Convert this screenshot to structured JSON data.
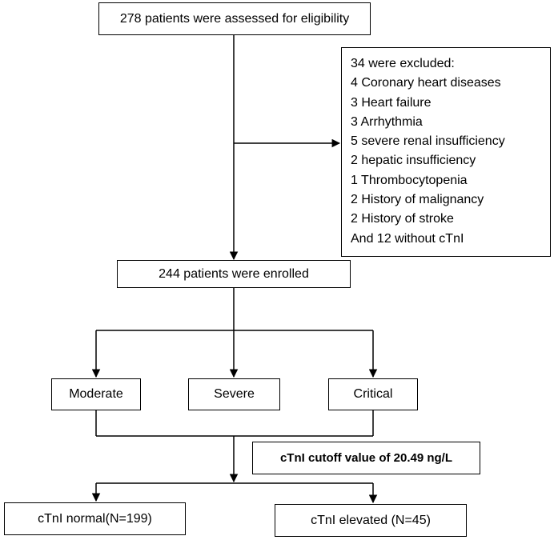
{
  "assessed": "278 patients were assessed for eligibility",
  "excluded": {
    "header": "34 were excluded:",
    "items": [
      "4 Coronary heart diseases",
      "3 Heart failure",
      "3 Arrhythmia",
      "5 severe renal insufficiency",
      "2 hepatic insufficiency",
      "1 Thrombocytopenia",
      "2 History of malignancy",
      "2 History of stroke",
      "And 12 without cTnI"
    ]
  },
  "enrolled": "244 patients were enrolled",
  "severity": {
    "moderate": "Moderate",
    "severe": "Severe",
    "critical": "Critical"
  },
  "cutoff": "cTnI cutoff value of 20.49 ng/L",
  "outcome": {
    "normal": "cTnI normal(N=199)",
    "elevated": "cTnI elevated (N=45)"
  }
}
